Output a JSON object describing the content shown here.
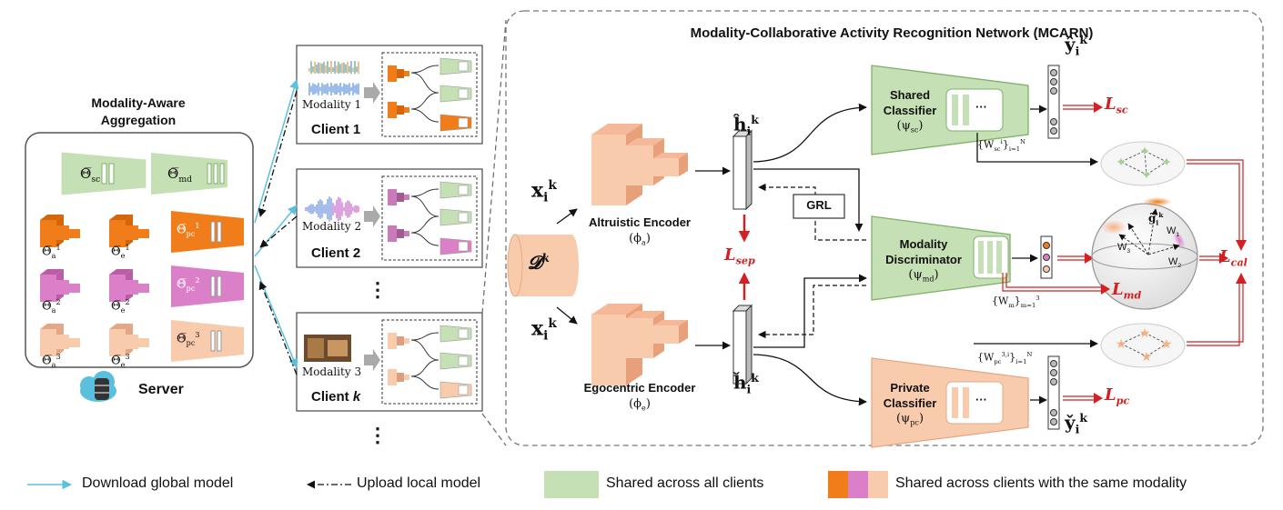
{
  "server": {
    "title_line1": "Modality-Aware",
    "title_line2": "Aggregation",
    "label": "Server",
    "theta_sc": "Θ̅",
    "theta_sc_sub": "sc",
    "theta_md": "Θ̅",
    "theta_md_sub": "md",
    "rows": [
      {
        "a_sub": "a",
        "a_sup": "1",
        "e_sub": "e",
        "e_sup": "1",
        "pc_sub": "pc",
        "pc_sup": "1"
      },
      {
        "a_sub": "a",
        "a_sup": "2",
        "e_sub": "e",
        "e_sup": "2",
        "pc_sub": "pc",
        "pc_sup": "2"
      },
      {
        "a_sub": "a",
        "a_sup": "3",
        "e_sub": "e",
        "e_sup": "3",
        "pc_sub": "pc",
        "pc_sup": "3"
      }
    ],
    "theta": "Θ̅"
  },
  "clients": [
    {
      "modality": "Modality 1",
      "name": "Client 1"
    },
    {
      "modality": "Modality 2",
      "name": "Client 2"
    },
    {
      "modality": "Modality 3",
      "name": "Client ",
      "name_italic": "k"
    }
  ],
  "ellipsis": "⋮",
  "mcarn": {
    "title": "Modality-Collaborative Activity Recognition Network (MCARN)",
    "dataset": "𝓓",
    "dataset_sup": "k",
    "x": "x",
    "x_sub": "i",
    "x_sup": "k",
    "altruistic_encoder": "Altruistic Encoder",
    "altruistic_param": "(ϕ",
    "altruistic_param_sub": "a",
    "egocentric_encoder": "Egocentric Encoder",
    "egocentric_param": "(ϕ",
    "egocentric_param_sub": "e",
    "h_hat": "ĥ",
    "h_check": "ȟ",
    "h_sub": "i",
    "h_sup": "k",
    "grl": "GRL",
    "shared_classifier": [
      "Shared",
      "Classifier"
    ],
    "shared_param_sub": "sc",
    "modality_discriminator": [
      "Modality",
      "Discriminator"
    ],
    "md_param_sub": "md",
    "private_classifier": [
      "Private",
      "Classifier"
    ],
    "pc_param_sub": "pc",
    "psi": "(ψ",
    "y_hat": "ŷ",
    "y_check": "y̌",
    "loss": "L",
    "loss_sc": "sc",
    "loss_md": "md",
    "loss_pc": "pc",
    "loss_sep": "sep",
    "loss_cal": "cal",
    "w_sc": "{W",
    "w_sc_sub": "sc",
    "w_sc_sup": "i",
    "w_sc_range": "}",
    "w_sc_range_sub": "i=1",
    "w_sc_range_sup": "N",
    "w_m": "{W",
    "w_m_sub": "m",
    "w_m_range": "}",
    "w_m_range_sub": "m=1",
    "w_m_range_sup": "3",
    "w_pc": "{W",
    "w_pc_sub": "pc",
    "w_pc_sup": "3,i",
    "w_pc_range": "}",
    "w_pc_range_sub": "i=1",
    "w_pc_range_sup": "N",
    "sphere_g": "g̃",
    "sphere_g_sub": "i",
    "sphere_g_sup": "k",
    "w1": "W",
    "w1_sub": "1",
    "w2": "W",
    "w2_sub": "2",
    "w3": "W",
    "w3_sub": "3",
    "dots": "···"
  },
  "legend": {
    "download": "Download global model",
    "upload": "Upload local model",
    "shared_all": "Shared across all clients",
    "shared_modality": "Shared across clients with the same modality"
  },
  "colors": {
    "green": "#c5e0b4",
    "green_dark": "#7fb069",
    "orange": "#f07d1a",
    "pink": "#dc7fc9",
    "peach": "#f8cbad",
    "blue_arrow": "#5bc0de",
    "red": "#d42020"
  }
}
